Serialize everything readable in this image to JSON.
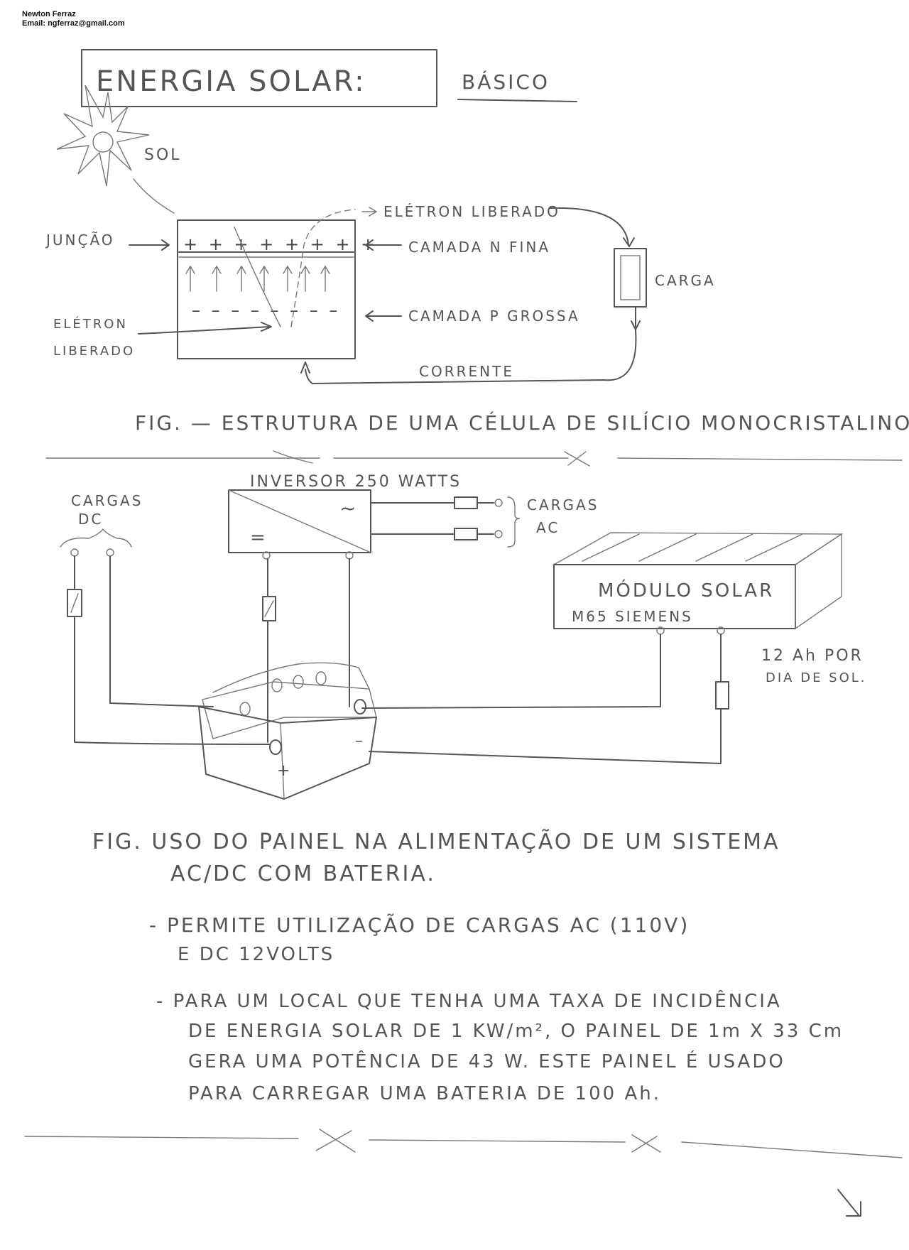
{
  "author": {
    "name": "Newton Ferraz",
    "email": "Email: ngferraz@gmail.com"
  },
  "title": "ENERGIA SOLAR:",
  "subtitle": "BÁSICO",
  "fig1": {
    "sun_label": "SOL",
    "junction": "JUNÇÃO",
    "electron_freed_top": "ELÉTRON LIBERADO",
    "layer_n": "CAMADA N FINA",
    "layer_p": "CAMADA P GROSSA",
    "load": "CARGA",
    "electron_freed_left_1": "ELÉTRON",
    "electron_freed_left_2": "LIBERADO",
    "current": "CORRENTE",
    "plus_row": "+ + + + + + + +",
    "minus_row": "– – – – – – – –",
    "caption": "FIG. — ESTRUTURA DE UMA CÉLULA DE SILÍCIO MONOCRISTALINO."
  },
  "fig2": {
    "dc_loads_1": "CARGAS",
    "dc_loads_2": "DC",
    "inverter": "INVERSOR 250 WATTS",
    "ac_loads_1": "CARGAS",
    "ac_loads_2": "AC",
    "module_1": "MÓDULO SOLAR",
    "module_2": "M65 SIEMENS",
    "rate_1": "12 Ah POR",
    "rate_2": "DIA DE SOL.",
    "battery_plus": "+",
    "battery_minus": "–",
    "inv_ac_symbol": "~",
    "inv_dc_symbol": "=",
    "caption_1": "FIG. USO DO PAINEL NA ALIMENTAÇÃO DE UM SISTEMA",
    "caption_2": "AC/DC COM BATERIA.",
    "bullet1_1": "- PERMITE UTILIZAÇÃO DE CARGAS AC (110V)",
    "bullet1_2": "E DC 12VOLTS",
    "bullet2_1": "- PARA UM LOCAL QUE TENHA UMA TAXA DE INCIDÊNCIA",
    "bullet2_2": "DE ENERGIA SOLAR DE 1 KW/m², O PAINEL DE 1m X 33 Cm",
    "bullet2_3": "GERA UMA POTÊNCIA DE 43 W. ESTE PAINEL É USADO",
    "bullet2_4": "PARA CARREGAR UMA BATERIA DE 100 Ah."
  }
}
